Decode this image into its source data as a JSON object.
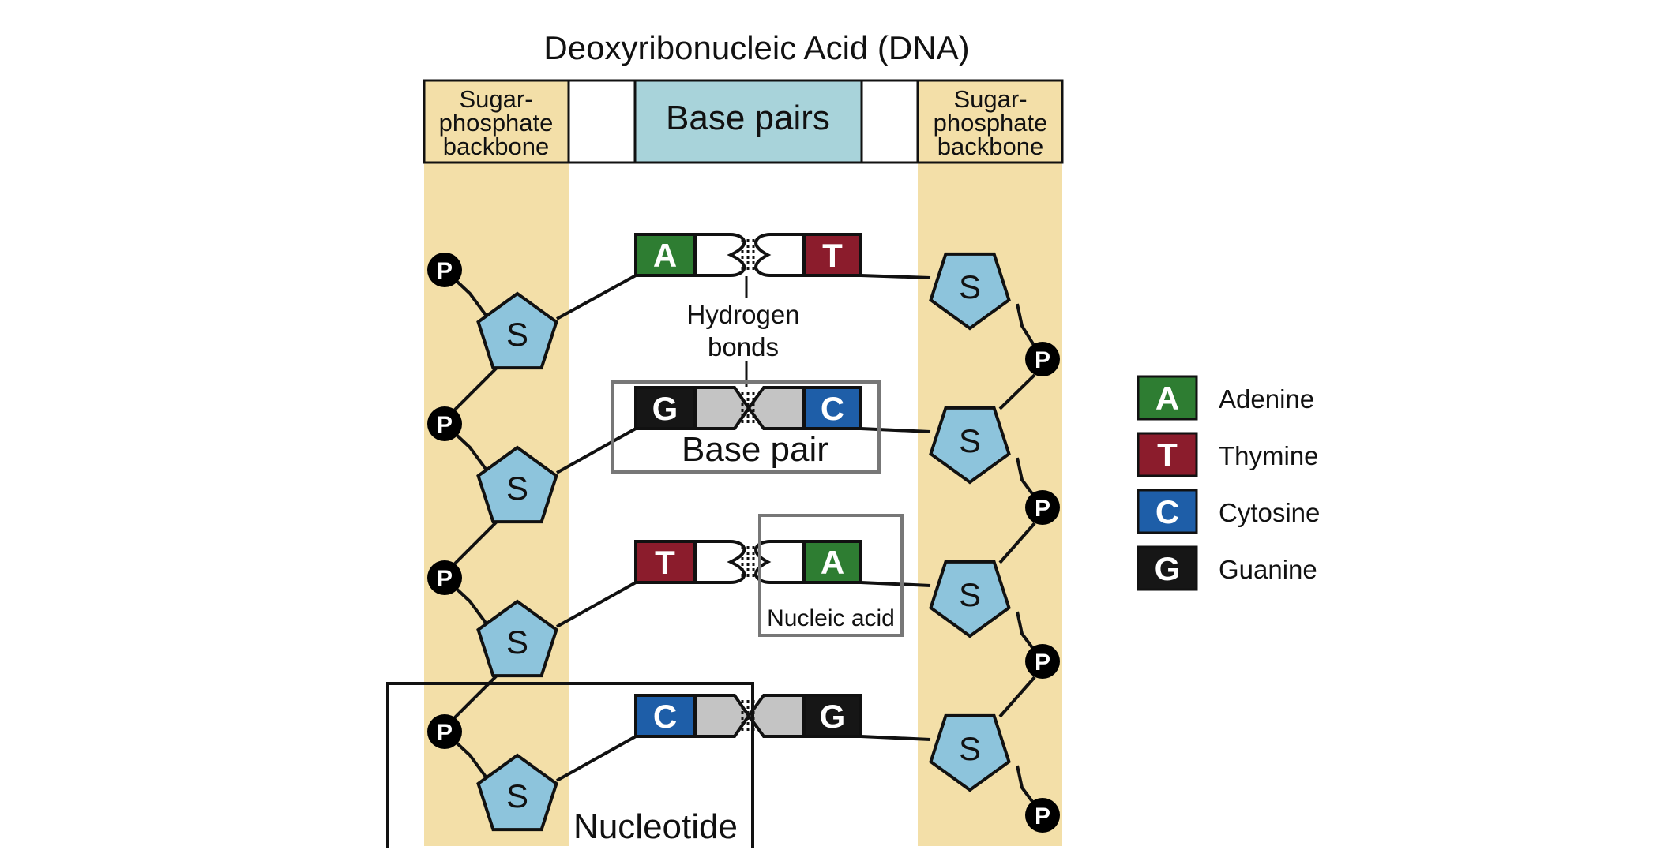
{
  "title": "Deoxyribonucleic Acid (DNA)",
  "header": {
    "left_backbone": [
      "Sugar-",
      "phosphate",
      "backbone"
    ],
    "base_pairs": "Base pairs",
    "right_backbone": [
      "Sugar-",
      "phosphate",
      "backbone"
    ]
  },
  "symbols": {
    "sugar": "S",
    "phosphate": "P"
  },
  "base_pairs": [
    {
      "left": "A",
      "right": "T",
      "shape": "round"
    },
    {
      "left": "G",
      "right": "C",
      "shape": "chevron"
    },
    {
      "left": "T",
      "right": "A",
      "shape": "round"
    },
    {
      "left": "C",
      "right": "G",
      "shape": "chevron"
    }
  ],
  "annotations": {
    "hydrogen_bonds": [
      "Hydrogen",
      "bonds"
    ],
    "base_pair": "Base pair",
    "nucleic_acid": "Nucleic acid",
    "nucleotide": "Nucleotide"
  },
  "legend": [
    {
      "letter": "A",
      "name": "Adenine",
      "color": "#2e7d32"
    },
    {
      "letter": "T",
      "name": "Thymine",
      "color": "#8b1c2c"
    },
    {
      "letter": "C",
      "name": "Cytosine",
      "color": "#1e5ea8"
    },
    {
      "letter": "G",
      "name": "Guanine",
      "color": "#161616"
    }
  ],
  "colors": {
    "backbone": "#f3dfa8",
    "base_pairs_header": "#a8d3da",
    "sugar": "#8dc4dc",
    "phosphate": "#000000",
    "connector_white": "#ffffff",
    "connector_gray": "#c4c4c4"
  }
}
